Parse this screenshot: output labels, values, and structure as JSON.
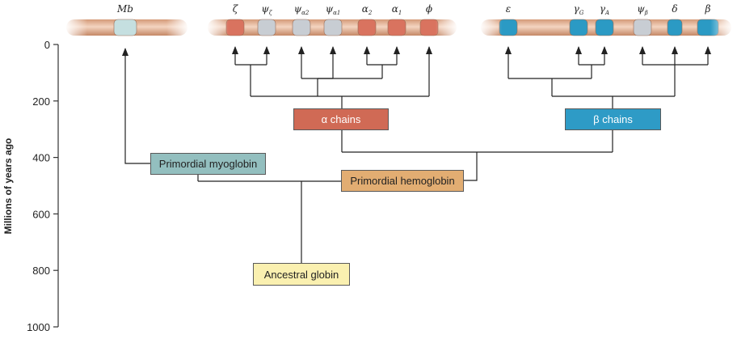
{
  "axis": {
    "title": "Millions of years ago",
    "ticks": [
      0,
      200,
      400,
      600,
      800,
      1000
    ]
  },
  "genes": {
    "mb": "Mb",
    "alpha_cluster": [
      {
        "label": "ζ",
        "sub": ""
      },
      {
        "label": "ψ",
        "sub": "ζ"
      },
      {
        "label": "ψ",
        "sub": "α2"
      },
      {
        "label": "ψ",
        "sub": "α1"
      },
      {
        "label": "α",
        "sub": "2"
      },
      {
        "label": "α",
        "sub": "1"
      },
      {
        "label": "ϕ",
        "sub": ""
      }
    ],
    "beta_cluster": [
      {
        "label": "ε",
        "sub": ""
      },
      {
        "label": "γ",
        "sub": "G"
      },
      {
        "label": "γ",
        "sub": "A"
      },
      {
        "label": "ψ",
        "sub": "β"
      },
      {
        "label": "δ",
        "sub": ""
      },
      {
        "label": "β",
        "sub": ""
      }
    ]
  },
  "nodes": {
    "ancestral": "Ancestral globin",
    "primordial_myoglobin": "Primordial myoglobin",
    "primordial_hemoglobin": "Primordial hemoglobin",
    "alpha_chains": "α chains",
    "beta_chains": "β chains"
  },
  "colors": {
    "chromosome": "#e8b89a",
    "mb_band": "#c5dfe0",
    "alpha_band": "#d9735f",
    "pseudo_band": "#c8cdd3",
    "beta_band": "#2b9ac4",
    "ancestral_box": "#faf0b0",
    "myoglobin_box": "#93bfbf",
    "hemoglobin_box": "#e2ad72",
    "alpha_box": "#d06a55",
    "beta_box": "#2e9bc6"
  }
}
